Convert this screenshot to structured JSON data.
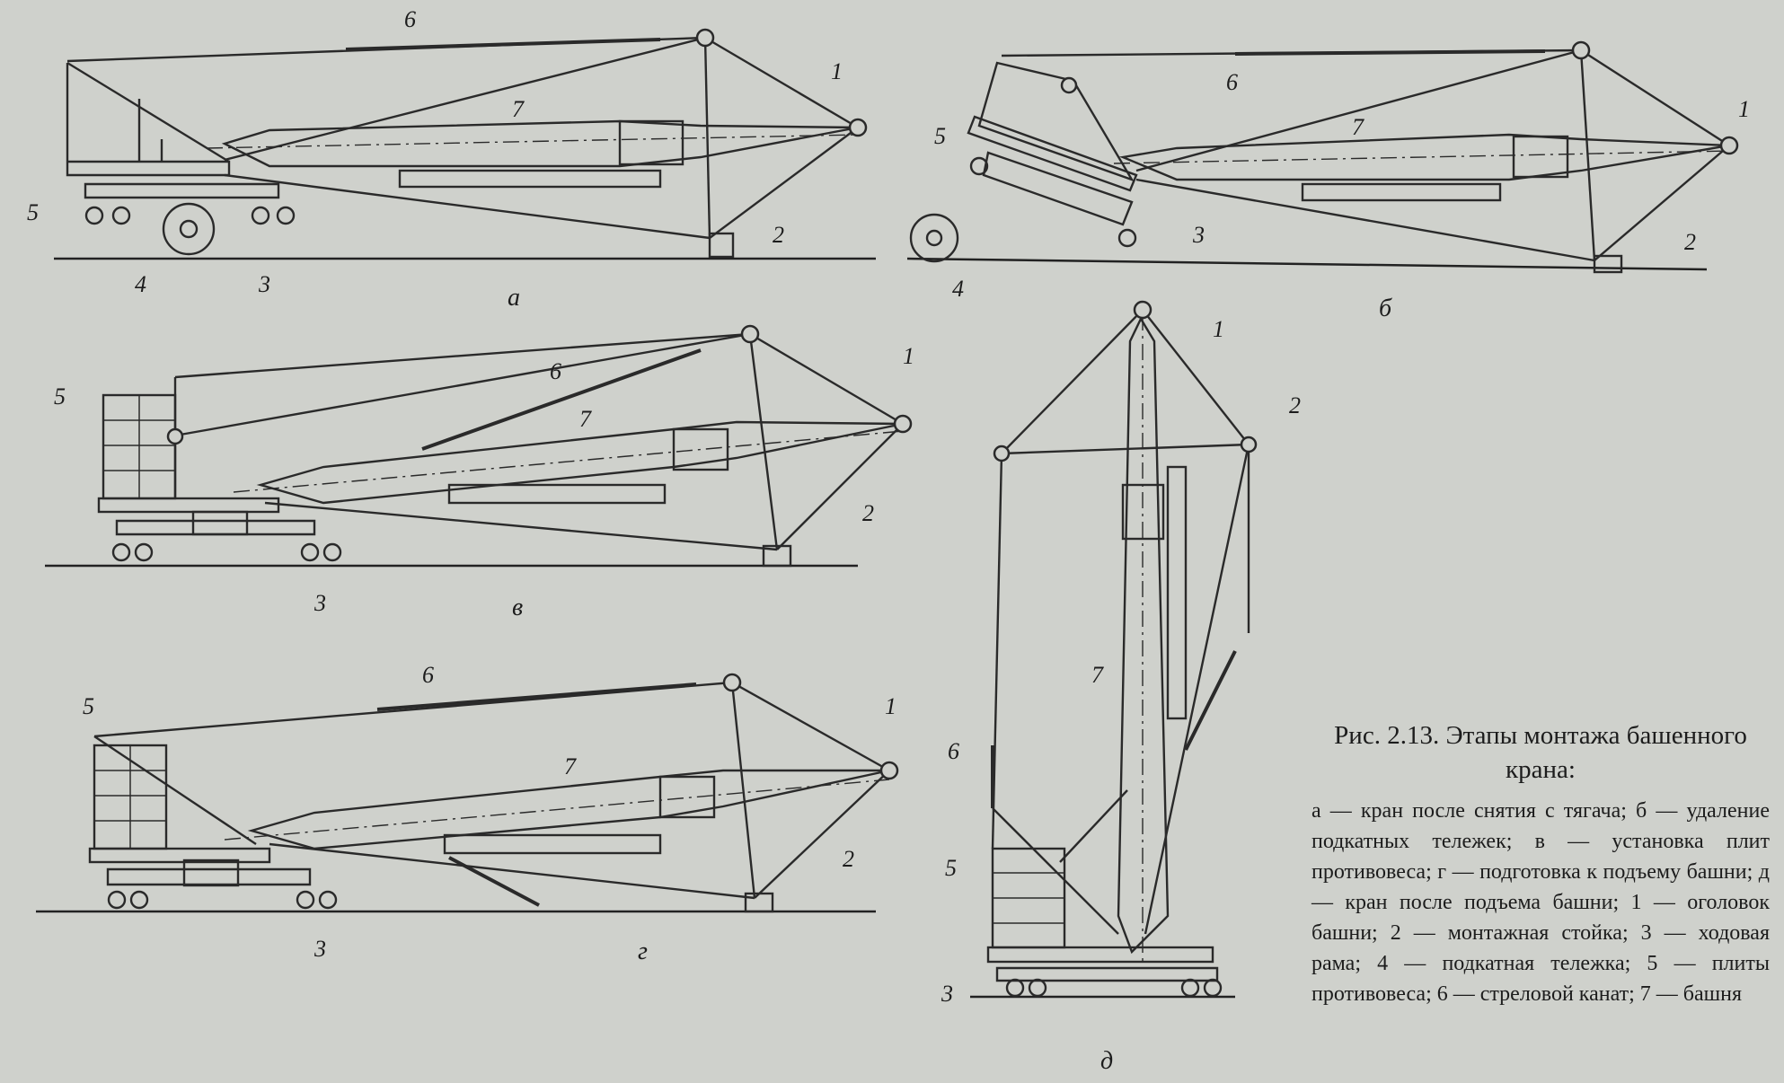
{
  "figure": {
    "panels": [
      {
        "letter": "а",
        "labels": {
          "l1": "1",
          "l2": "2",
          "l3": "3",
          "l4": "4",
          "l5": "5",
          "l6": "6",
          "l7": "7"
        }
      },
      {
        "letter": "б",
        "labels": {
          "l1": "1",
          "l2": "2",
          "l3": "3",
          "l4": "4",
          "l5": "5",
          "l6": "6",
          "l7": "7"
        }
      },
      {
        "letter": "в",
        "labels": {
          "l1": "1",
          "l2": "2",
          "l3": "3",
          "l5": "5",
          "l6": "6",
          "l7": "7"
        }
      },
      {
        "letter": "г",
        "labels": {
          "l1": "1",
          "l2": "2",
          "l3": "3",
          "l5": "5",
          "l6": "6",
          "l7": "7"
        }
      },
      {
        "letter": "д",
        "labels": {
          "l1": "1",
          "l2": "2",
          "l3": "3",
          "l5": "5",
          "l6": "6",
          "l7": "7"
        }
      }
    ]
  },
  "caption": {
    "title": "Рис. 2.13. Этапы монтажа башенного крана:",
    "text": "а — кран после снятия с тягача; б — удаление подкатных тележек; в — установка плит противовеса; г — подготовка к подъему башни; д — кран после подъема башни; 1 — оголовок башни; 2 — монтажная стойка; 3 — ходовая рама; 4 — подкатная тележка; 5 — плиты противовеса; 6 — стреловой канат; 7 — башня"
  }
}
